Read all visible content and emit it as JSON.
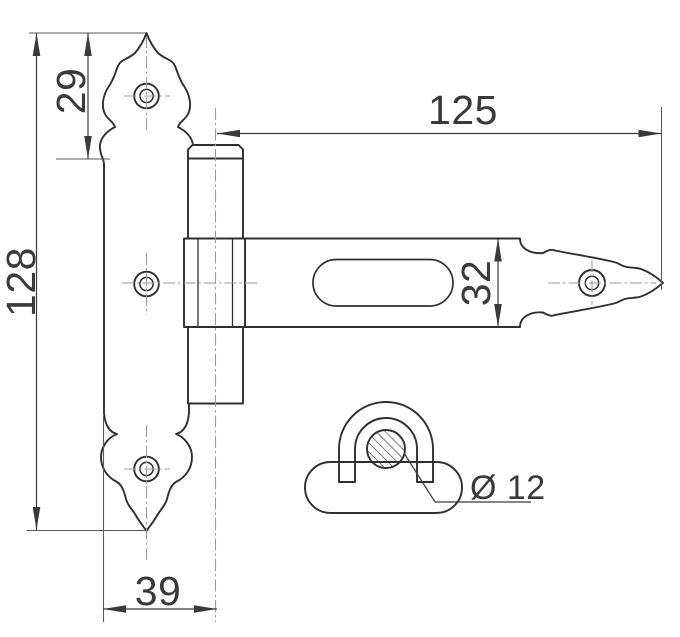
{
  "drawing": {
    "title": "cross hinge technical drawing",
    "dimensions": {
      "overall_height": "128",
      "top_finial_height": "29",
      "strap_length": "125",
      "strap_width": "32",
      "plate_width": "39",
      "pin_diameter": "Ø 12"
    },
    "colors": {
      "outline": "#2f2f2f",
      "centerline": "#9b9b9b",
      "text": "#3a3a3a",
      "extension": "#5a5a5a",
      "background": "#ffffff"
    }
  }
}
